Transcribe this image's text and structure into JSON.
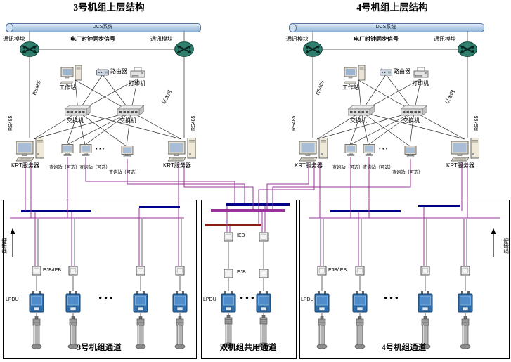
{
  "unit3": {
    "title": "3号机组上层结构",
    "dcs": "DCS系统",
    "comm_left": "通讯模块",
    "clock_sync": "电厂时钟同步信号",
    "comm_right": "通讯模块",
    "workstation": "工作站",
    "router": "路由器",
    "printer": "打印机",
    "switch_left": "交换机",
    "switch_right": "交换机",
    "krt_left": "KRT服务器",
    "krt_right": "KRT服务器",
    "query_pair": "查询站（可选）查询站（可选）",
    "query_single": "查询站（可选）",
    "rs485_left": "RS485",
    "rs485_diag": "RS485",
    "ethernet_diag": "以太网",
    "rs485_right": "RS485",
    "dots": "···"
  },
  "unit4": {
    "title": "4号机组上层结构",
    "dcs": "DCS系统",
    "comm_left": "通讯模块",
    "clock_sync": "电厂时钟同步信号",
    "comm_right": "通讯模块",
    "workstation": "工作站",
    "router": "路由器",
    "printer": "打印机",
    "switch_left": "交换机",
    "switch_right": "交换机",
    "krt_left": "KRT服务器",
    "krt_right": "KRT服务器",
    "query_pair": "查询站（可选）查询站（可选）",
    "query_single": "查询站（可选）",
    "rs485_left": "RS485",
    "rs485_diag": "RS485",
    "ethernet_diag": "以太网",
    "rs485_right": "RS485",
    "dots": "···"
  },
  "channel3": {
    "label": "3号机组通道",
    "ejb_ieb": "EJB/IEB",
    "lpdu": "LPDU",
    "hardwire": "硬接线",
    "dots": "●●●"
  },
  "shared": {
    "label": "双机组共用通道",
    "ieb": "IEB",
    "ejb": "EJB",
    "lpdu": "LPDU",
    "dots": "●●●"
  },
  "channel4": {
    "label": "4号机组通道",
    "ejb_ieb": "EJB/IEB",
    "lpdu": "LPDU",
    "hardwire": "硬接线",
    "dots": "●●●"
  },
  "colors": {
    "wire_purple": "#993399",
    "wire_black": "#2b2b2b",
    "bus_navy": "#00008b",
    "bus_darkred": "#8b1a1a",
    "lpdu_blue": "#2f6fb0",
    "router_teal": "#2e7f6e"
  }
}
